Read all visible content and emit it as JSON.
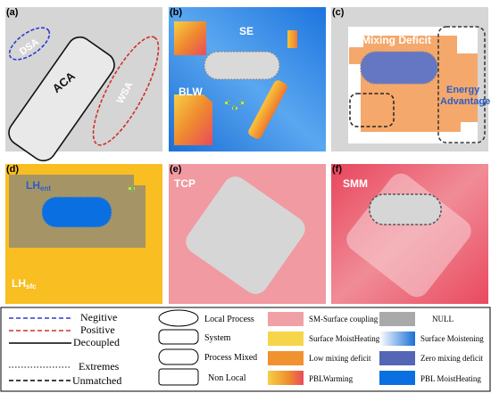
{
  "panels": {
    "a": {
      "label": "(a)",
      "shapes": {
        "dsa": "DSA",
        "aca": "ACA",
        "wsa": "WSA"
      }
    },
    "b": {
      "label": "(b)",
      "texts": {
        "se": "SE",
        "blw": "BLW"
      }
    },
    "c": {
      "label": "(c)",
      "texts": {
        "mixing_deficit": "Mixing Deficit",
        "energy_line1": "Energy",
        "energy_line2": "Advantage"
      }
    },
    "d": {
      "label": "(d)",
      "texts": {
        "lh_ent_main": "LH",
        "lh_ent_sub": "ent",
        "lh_sfc_main": "LH",
        "lh_sfc_sub": "sfc"
      }
    },
    "e": {
      "label": "(e)",
      "texts": {
        "tcp": "TCP"
      }
    },
    "f": {
      "label": "(f)",
      "texts": {
        "smm": "SMM"
      }
    }
  },
  "legend": {
    "lines": [
      {
        "label": "Negitive",
        "style": "dashed",
        "color": "#2b3bd0"
      },
      {
        "label": "Positive",
        "style": "dashed",
        "color": "#d0302b"
      },
      {
        "label": "Decoupled",
        "style": "solid",
        "color": "#000000"
      },
      {
        "label": "Extremes",
        "style": "dotted",
        "color": "#777777"
      },
      {
        "label": "Unmatched",
        "style": "dashed",
        "color": "#000000"
      }
    ],
    "shapes": [
      {
        "label": "Local Process",
        "shape": "ellipse"
      },
      {
        "label": "System",
        "shape": "rounded-rect"
      },
      {
        "label": "Process Mixed",
        "shape": "rounded-rect"
      },
      {
        "label": "Non Local",
        "shape": "rounded-rect"
      }
    ],
    "fills": [
      {
        "label": "SM-Surface coupling",
        "color": "#f0a1a6"
      },
      {
        "label": "Surface MoistHeating",
        "color": "#f6d54a"
      },
      {
        "label": "Low mixing deficit",
        "color": "#f0922f"
      },
      {
        "label": "PBLWarming",
        "color": "gradient-orange"
      },
      {
        "label": "NULL",
        "color": "#a9a9a9"
      },
      {
        "label": "Surface Moistening",
        "color": "gradient-blue"
      },
      {
        "label": "Zero mixing deficit",
        "color": "#5566b6"
      },
      {
        "label": "PBL MoistHeating",
        "color": "#0a6fe0"
      }
    ]
  },
  "colors": {
    "null_gray": "#d4d4d4",
    "panel_b_blue": "#2f86e6",
    "panel_c_orange": "#f5a86b",
    "panel_d_yellow": "#f8be22",
    "panel_d_olive": "#a59566",
    "panel_d_blue": "#0a6fe0",
    "panel_e_pink": "#f19aa2",
    "panel_f_red": "#ec5b6d"
  }
}
